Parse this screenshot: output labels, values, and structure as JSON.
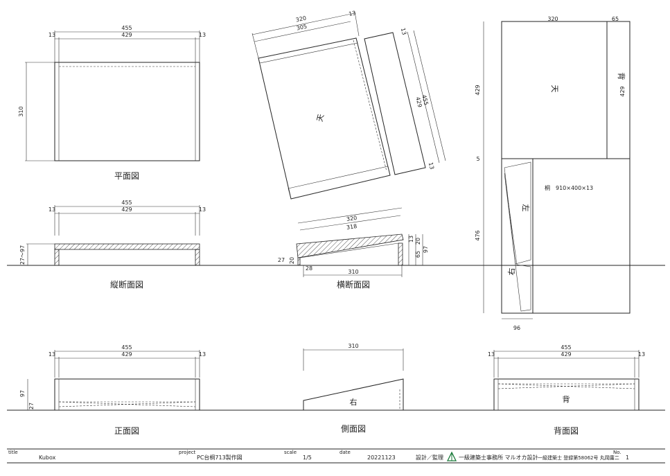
{
  "views": {
    "plan": {
      "title": "平面図",
      "dim_total": "455",
      "dim_inner": "429",
      "dim_edge_left": "13",
      "dim_edge_right": "13",
      "dim_depth": "310"
    },
    "long_section": {
      "title": "縦断面図",
      "dim_total": "455",
      "dim_inner": "429",
      "dim_edge_left": "13",
      "dim_edge_right": "13",
      "dim_height": "27～97"
    },
    "cross_section": {
      "title": "横断面図",
      "dim_top": "320",
      "dim_top_inner": "318",
      "dim_bottom": "310",
      "dim_left_h1": "27",
      "dim_left_h2": "20",
      "dim_left_w": "28",
      "dim_right_h1": "13",
      "dim_right_h2": "20",
      "dim_right_h3": "65",
      "dim_right_total": "97"
    },
    "top_panel_rotated": {
      "dim_w": "320",
      "dim_w_inner": "305",
      "dim_edge": "13",
      "dim_l": "455",
      "dim_l_inner": "429",
      "dim_l_edge1": "13",
      "dim_l_edge2": "13",
      "label": "天"
    },
    "cut_layout": {
      "dim_top_w1": "320",
      "dim_top_w2": "65",
      "dim_h1": "429",
      "dim_h2": "429",
      "dim_gap": "5",
      "dim_h3": "476",
      "dim_bottom_w": "96",
      "label_top": "天",
      "label_back": "背",
      "label_left": "左",
      "label_right": "右",
      "material": "桐　910×400×13"
    },
    "front": {
      "title": "正面図",
      "dim_total": "455",
      "dim_inner": "429",
      "dim_edge_left": "13",
      "dim_edge_right": "13",
      "dim_h": "97",
      "dim_h2": "27"
    },
    "side": {
      "title": "側面図",
      "dim_w": "310",
      "label": "右"
    },
    "back": {
      "title": "背面図",
      "dim_total": "455",
      "dim_inner": "429",
      "dim_edge_left": "13",
      "dim_edge_right": "13",
      "label": "背"
    }
  },
  "title_block": {
    "title_label": "title",
    "title_value": "Kubox",
    "project_label": "project",
    "project_value": "PC台桐713製作図",
    "scale_label": "scale",
    "scale_value": "1/5",
    "date_label": "date",
    "date_value": "20221123",
    "role": "設計／監理",
    "office": "一級建築士事務所 マルオカ設計",
    "architect": "一級建築士 登録第58062号 丸岡庸二",
    "no_label": "No.",
    "no_value": "1"
  }
}
